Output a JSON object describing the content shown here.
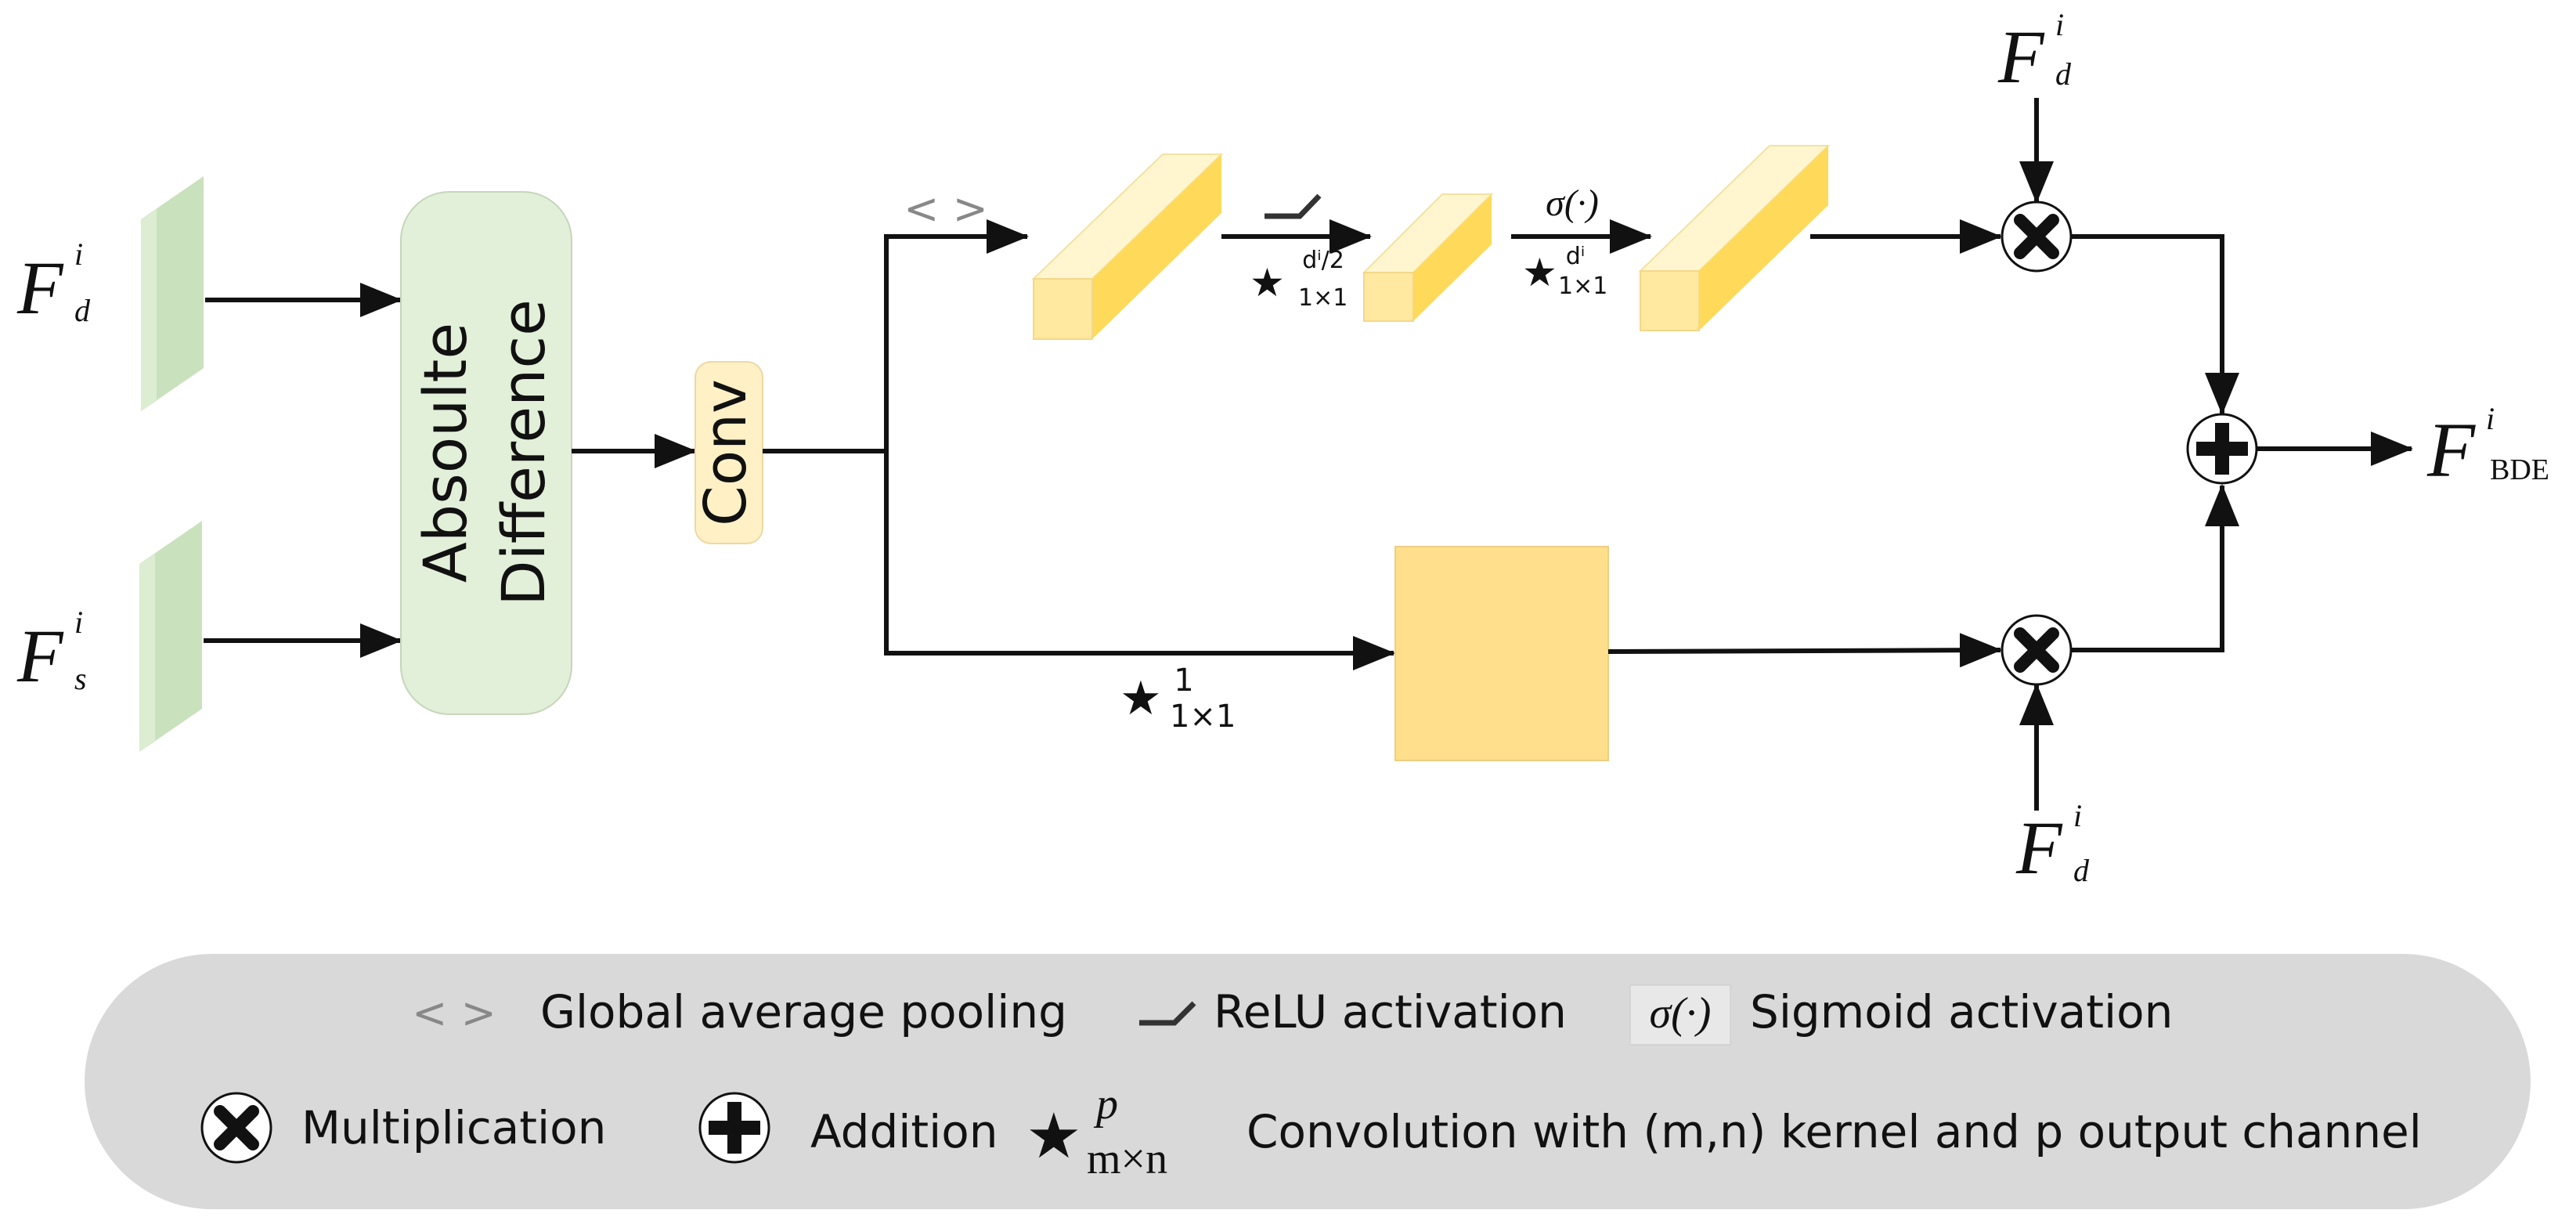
{
  "inputs": {
    "top": {
      "base": "F",
      "sup": "i",
      "sub": "d"
    },
    "bottom": {
      "base": "F",
      "sup": "i",
      "sub": "s"
    }
  },
  "blocks": {
    "abs_diff_line1": "Absoulte",
    "abs_diff_line2": "Difference",
    "conv": "Conv"
  },
  "branch_labels": {
    "gap_symbol": "< >",
    "conv1_sup": "dⁱ/2",
    "conv1_sub": "1×1",
    "sigma": "σ(·)",
    "conv2_sup": "dⁱ",
    "conv2_sub": "1×1",
    "lower_conv_sup": "1",
    "lower_conv_sub": "1×1"
  },
  "side_inputs": {
    "top_right": {
      "base": "F",
      "sup": "i",
      "sub": "d"
    },
    "bottom_right": {
      "base": "F",
      "sup": "i",
      "sub": "d"
    }
  },
  "output": {
    "base": "F",
    "sup": "i",
    "sub": "BDE"
  },
  "legend": {
    "gap_symbol": "< >",
    "gap_label": "Global average pooling",
    "relu_label": "ReLU activation",
    "sigma_symbol": "σ(·)",
    "sigmoid_label": "Sigmoid activation",
    "mult_label": "Multiplication",
    "add_label": "Addition",
    "conv_sup": "p",
    "conv_sub": "m×n",
    "conv_label": "Convolution with (m,n) kernel and p output channel"
  },
  "colors": {
    "green_panel": "#c9e2bd",
    "abs_block": "#e2efd9",
    "conv_block": "#fff0c6",
    "yellow_light": "#fff2b5",
    "yellow_side": "#ffd95a",
    "yellow_square": "#ffdf8c",
    "legend_bg": "#d9d9d9"
  }
}
